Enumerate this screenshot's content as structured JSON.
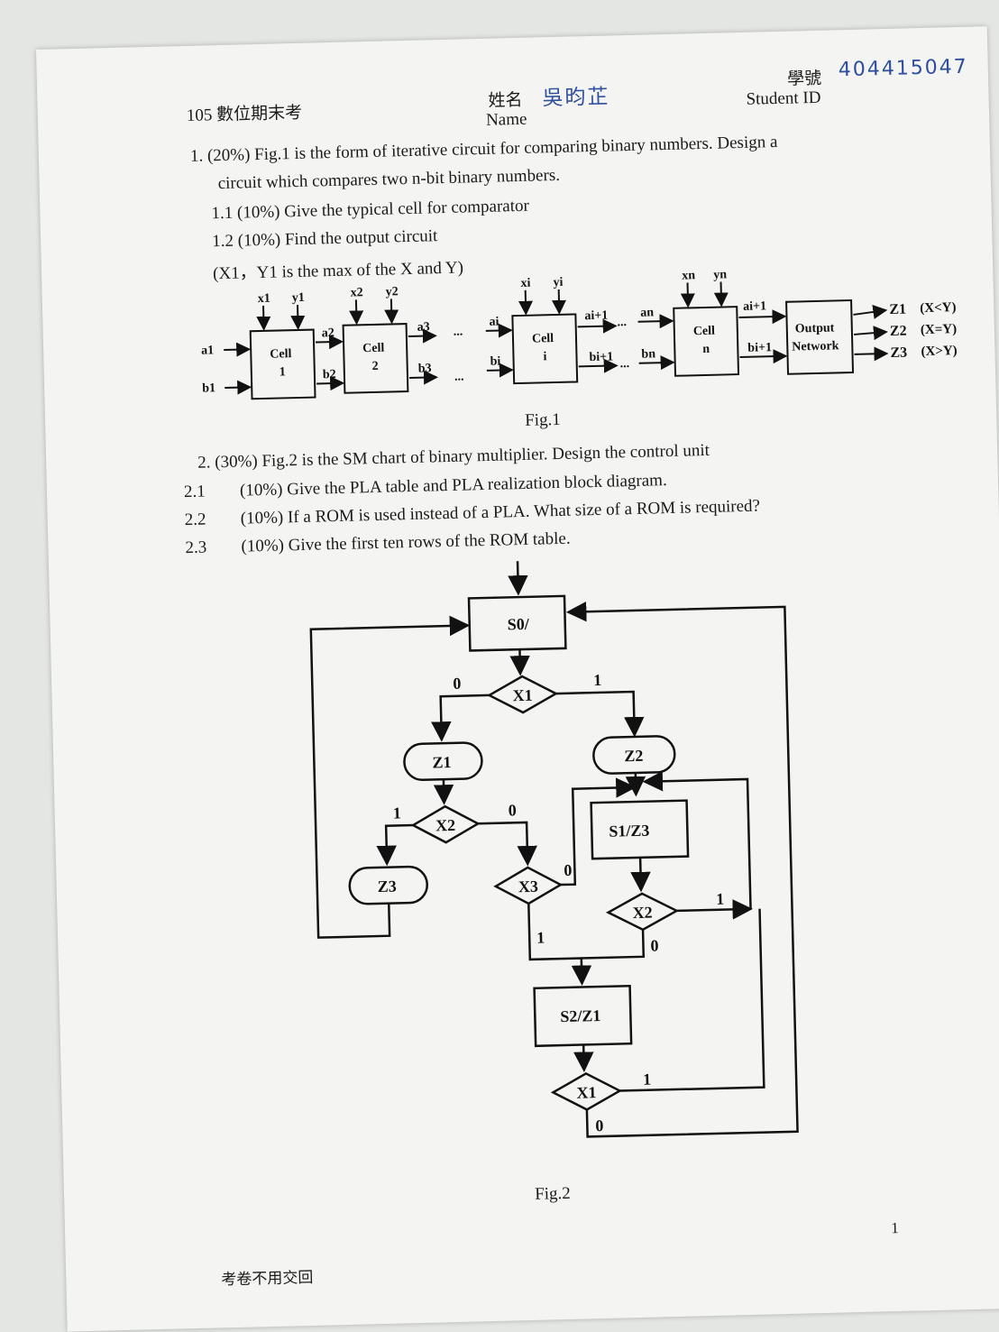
{
  "header": {
    "exam_title": "105 數位期末考",
    "name_label_zh": "姓名",
    "name_label_en": "Name",
    "student_name": "吳昀芷",
    "id_label_zh": "學號",
    "id_label_en": "Student ID",
    "student_id": "404415047"
  },
  "question1": {
    "line1": "1.  (20%) Fig.1 is the form of iterative circuit for comparing binary numbers. Design a",
    "line2": "circuit which compares two n-bit binary numbers.",
    "sub1": "1.1 (10%) Give the typical cell for comparator",
    "sub2": "1.2 (10%) Find the output circuit",
    "note": "(X1，Y1 is the max of the X and Y)"
  },
  "fig1": {
    "caption": "Fig.1",
    "inputs": [
      "x1",
      "y1",
      "x2",
      "y2",
      "xi",
      "yi",
      "xn",
      "yn"
    ],
    "signals": [
      "a1",
      "b1",
      "a2",
      "b2",
      "a3",
      "b3",
      "ai",
      "bi",
      "ai+1",
      "bi+1",
      "an",
      "bn",
      "ai+1",
      "bi+1"
    ],
    "cells": [
      {
        "l1": "Cell",
        "l2": "1"
      },
      {
        "l1": "Cell",
        "l2": "2"
      },
      {
        "l1": "Cell",
        "l2": "i"
      },
      {
        "l1": "Cell",
        "l2": "n"
      }
    ],
    "output_block": {
      "l1": "Output",
      "l2": "Network"
    },
    "outputs": [
      "Z1",
      "Z2",
      "Z3"
    ],
    "output_conditions": [
      "(X<Y)",
      "(X=Y)",
      "(X>Y)"
    ],
    "ellipsis": "..."
  },
  "question2": {
    "line1": "2.  (30%) Fig.2 is the SM chart of binary multiplier. Design the control unit",
    "sub1_num": "2.1",
    "sub1": "(10%) Give the PLA table and PLA realization block diagram.",
    "sub2_num": "2.2",
    "sub2": "(10%) If a ROM is used instead of a PLA. What size of a ROM is required?",
    "sub3_num": "2.3",
    "sub3": "(10%) Give the first ten rows of the ROM table."
  },
  "fig2": {
    "caption": "Fig.2",
    "states": [
      "S0/",
      "S1/Z3",
      "S2/Z1"
    ],
    "conditions": [
      "X1",
      "X2",
      "X3",
      "X2",
      "X1"
    ],
    "outputs": [
      "Z1",
      "Z2",
      "Z3"
    ],
    "branch_labels": [
      "0",
      "1",
      "1",
      "0",
      "0",
      "1",
      "1",
      "0",
      "1",
      "0"
    ]
  },
  "footer": {
    "note": "考卷不用交回",
    "page_number": "1"
  }
}
